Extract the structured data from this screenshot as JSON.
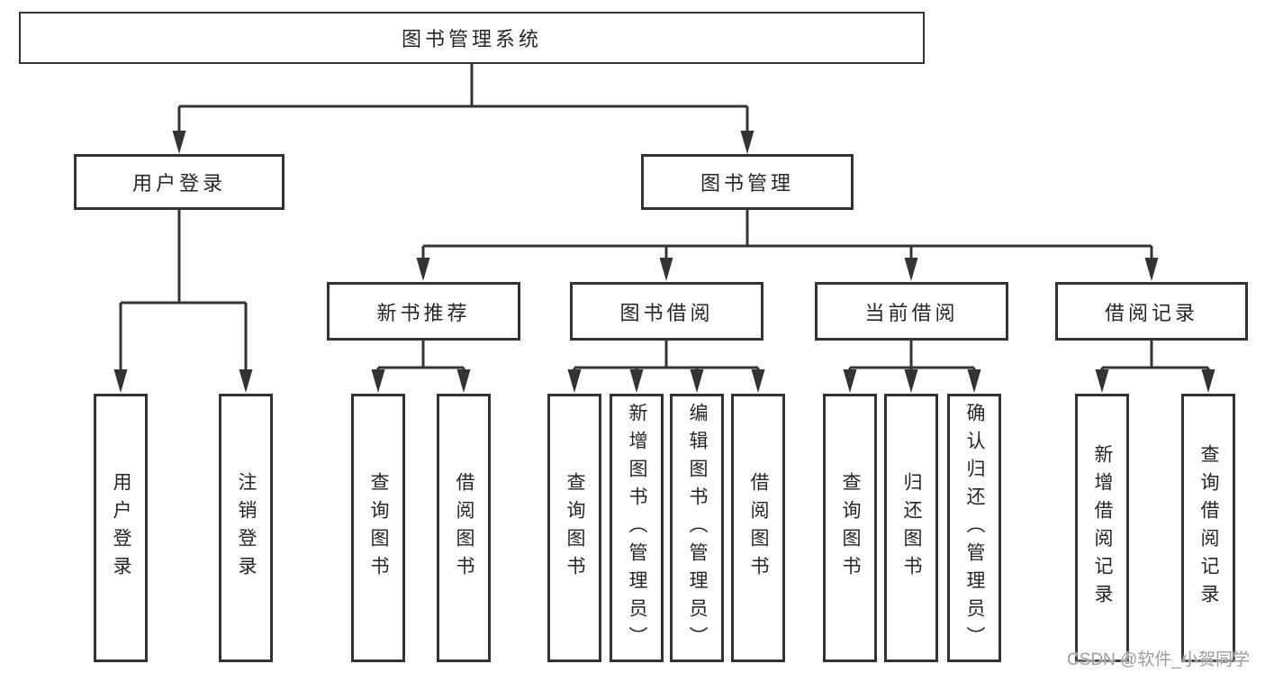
{
  "tree": {
    "root": {
      "label": "图书管理系统"
    },
    "user_login": {
      "label": "用户登录",
      "leaves": [
        {
          "label": "用户登录"
        },
        {
          "label": "注销登录"
        }
      ]
    },
    "book_mgmt": {
      "label": "图书管理",
      "sections": [
        {
          "label": "新书推荐",
          "leaves": [
            {
              "label": "查询图书"
            },
            {
              "label": "借阅图书"
            }
          ]
        },
        {
          "label": "图书借阅",
          "leaves": [
            {
              "label": "查询图书"
            },
            {
              "label": "新增图书（管理员）"
            },
            {
              "label": "编辑图书（管理员）"
            },
            {
              "label": "借阅图书"
            }
          ]
        },
        {
          "label": "当前借阅",
          "leaves": [
            {
              "label": "查询图书"
            },
            {
              "label": "归还图书"
            },
            {
              "label": "确认归还（管理员）"
            }
          ]
        },
        {
          "label": "借阅记录",
          "leaves": [
            {
              "label": "新增借阅记录"
            },
            {
              "label": "查询借阅记录"
            }
          ]
        }
      ]
    }
  },
  "watermark": {
    "text": "CSDN @软件_小贺同学"
  },
  "colors": {
    "line": "#333333",
    "text": "#262626",
    "box_background": "#ffffff",
    "watermark": "#9c9c9c",
    "page_background": "#ffffff"
  }
}
